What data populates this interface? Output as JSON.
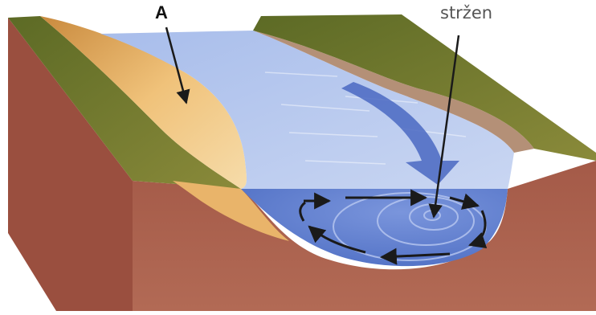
{
  "labels": {
    "a": "A",
    "strzen": "stržen"
  },
  "colors": {
    "earth": "#a85a4a",
    "earth_shadow": "#8e4638",
    "grass": "#6d7a2e",
    "sand": "#e8b565",
    "water": "#8fa8dd",
    "water_dark": "#4f6fc4",
    "arrow": "#1a1a1a"
  },
  "icons": {
    "flow": "curved-flow-arrow",
    "vortex": "circulation-arrows"
  }
}
